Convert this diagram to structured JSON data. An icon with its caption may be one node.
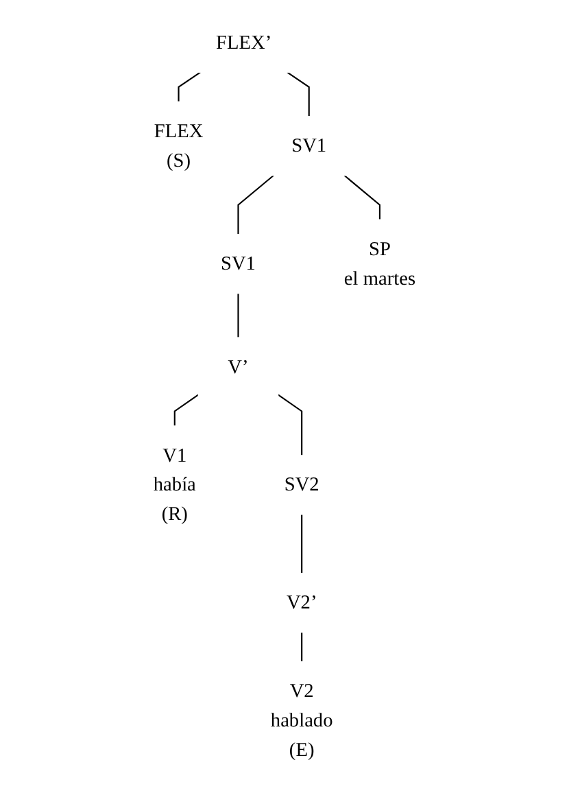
{
  "diagram": {
    "nodes": [
      {
        "text": [
          "FLEX’"
        ]
      },
      {
        "text": [
          "FLEX",
          "(S)"
        ]
      },
      {
        "text": [
          "SV1"
        ]
      },
      {
        "text": [
          "SV1"
        ]
      },
      {
        "text": [
          "SP",
          "el martes"
        ]
      },
      {
        "text": [
          "V’"
        ]
      },
      {
        "text": [
          "V1",
          "había",
          "(R)"
        ]
      },
      {
        "text": [
          "SV2"
        ]
      },
      {
        "text": [
          "V2’"
        ]
      },
      {
        "text": [
          "V2",
          "hablado",
          "(E)"
        ]
      }
    ],
    "edges": [
      {
        "from": 0,
        "to": 1,
        "arrow": "none"
      },
      {
        "from": 0,
        "to": 2,
        "arrow": "none"
      },
      {
        "from": 2,
        "to": 3,
        "arrow": "none"
      },
      {
        "from": 2,
        "to": 4,
        "arrow": "none"
      },
      {
        "from": 3,
        "to": 5,
        "arrow": "none"
      },
      {
        "from": 5,
        "to": 6,
        "arrow": "none"
      },
      {
        "from": 5,
        "to": 7,
        "arrow": "none"
      },
      {
        "from": 7,
        "to": 8,
        "arrow": "none"
      },
      {
        "from": 8,
        "to": 9,
        "arrow": "none"
      }
    ]
  }
}
